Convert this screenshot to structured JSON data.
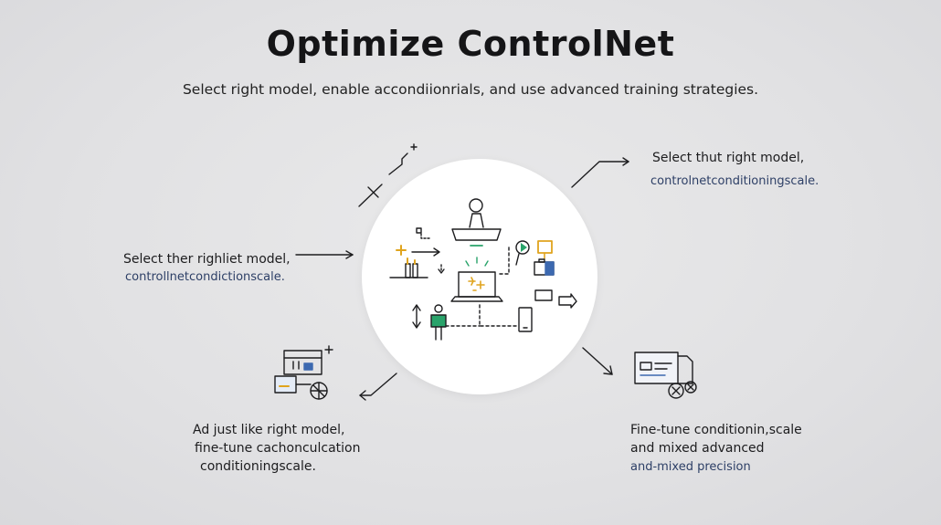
{
  "header": {
    "title": "Optimize ControlNet",
    "subtitle": "Select right model, enable accondiionrials, and use advanced training strategies."
  },
  "labels": {
    "top_right": {
      "line1": "Select thut right model,",
      "line2": "controlnetconditioningscale."
    },
    "left": {
      "line1": "Select ther righliet model,",
      "line2": "controllnetcondictionscale."
    },
    "bottom_left": {
      "line1": "Ad just like right model,",
      "line2": "fine-tune cachonculcation",
      "line3": "conditioningscale."
    },
    "bottom_right": {
      "line1": "Fine-tune conditionin,scale",
      "line2": "and mixed advanced",
      "line3": "and-mixed precision"
    }
  },
  "icons": [
    "person-on-platform-icon",
    "laptop-sparkle-icon",
    "standing-person-icon",
    "bar-chart-icon",
    "play-bubble-icon",
    "briefcase-icon",
    "phone-icon",
    "arrow-right-icon",
    "plus-icon",
    "document-cancel-icon",
    "machine-gear-icon",
    "expand-arrows-icon"
  ],
  "colors": {
    "accent_gold": "#e0a41e",
    "accent_green": "#29a36a",
    "accent_blue": "#3c69b0",
    "accent_navy": "#2d3f66",
    "line": "#1d1d1f"
  }
}
